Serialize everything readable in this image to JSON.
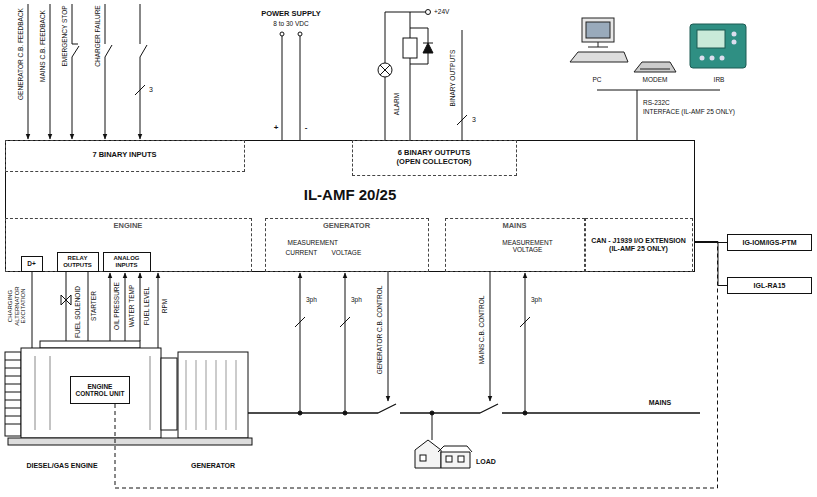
{
  "diagram": {
    "nodes": [
      {
        "text": [
          "IL-AMF 20/25"
        ]
      },
      {
        "text": [
          "7 BINARY INPUTS"
        ],
        "in": 0
      },
      {
        "text": [
          "6 BINARY OUTPUTS (OPEN COLLECTOR)"
        ],
        "in": 0
      },
      {
        "text": [
          "ENGINE"
        ],
        "in": 0
      },
      {
        "text": [
          "D+"
        ],
        "in": 3
      },
      {
        "text": [
          "RELAY OUTPUTS"
        ],
        "in": 3
      },
      {
        "text": [
          "ANALOG INPUTS"
        ],
        "in": 3
      },
      {
        "text": [
          "GENERATOR",
          "MEASUREMENT",
          "CURRENT",
          "VOLTAGE"
        ],
        "in": 0
      },
      {
        "text": [
          "MAINS",
          "MEASUREMENT VOLTAGE"
        ],
        "in": 0
      },
      {
        "text": [
          "CAN - J1939 I/O EXTENSION (IL-AMF 25 ONLY)"
        ],
        "in": 0
      },
      {
        "text": [
          "IG-IOM/IGS-PTM"
        ]
      },
      {
        "text": [
          "IGL-RA15"
        ]
      },
      {
        "text": [
          "ENGINE CONTROL UNIT"
        ]
      }
    ],
    "edges": [
      {
        "from": 9,
        "to": 10,
        "arrow": "none"
      },
      {
        "from": 9,
        "to": 11,
        "arrow": "none"
      },
      {
        "from": 12,
        "to": 9,
        "arrow": "none"
      }
    ],
    "labels": [
      "GENERATOR C.B. FEEDBACK",
      "MAINS C.B. FEEDBACK",
      "EMERGENCY STOP",
      "CHARGER FAILURE",
      "3",
      "POWER SUPPLY",
      "8 to 30 VDC",
      "+",
      "-",
      "+24V",
      "ALARM",
      "BINARY OUTPUTS",
      "3",
      "PC",
      "MODEM",
      "IRB",
      "RS-232C",
      "INTERFACE (IL-AMF 25 ONLY)",
      "CHARGING ALTERNATOR EXCITATION",
      "FUEL SOLENOID",
      "STARTER",
      "OIL PRESSURE",
      "WATER TEMP",
      "FUEL LEVEL",
      "RPM",
      "3ph",
      "3ph",
      "GENERATOR C.B. CONTROL",
      "MAINS C.B. CONTROL",
      "3ph",
      "DIESEL/GAS ENGINE",
      "GENERATOR",
      "LOAD",
      "MAINS"
    ]
  }
}
